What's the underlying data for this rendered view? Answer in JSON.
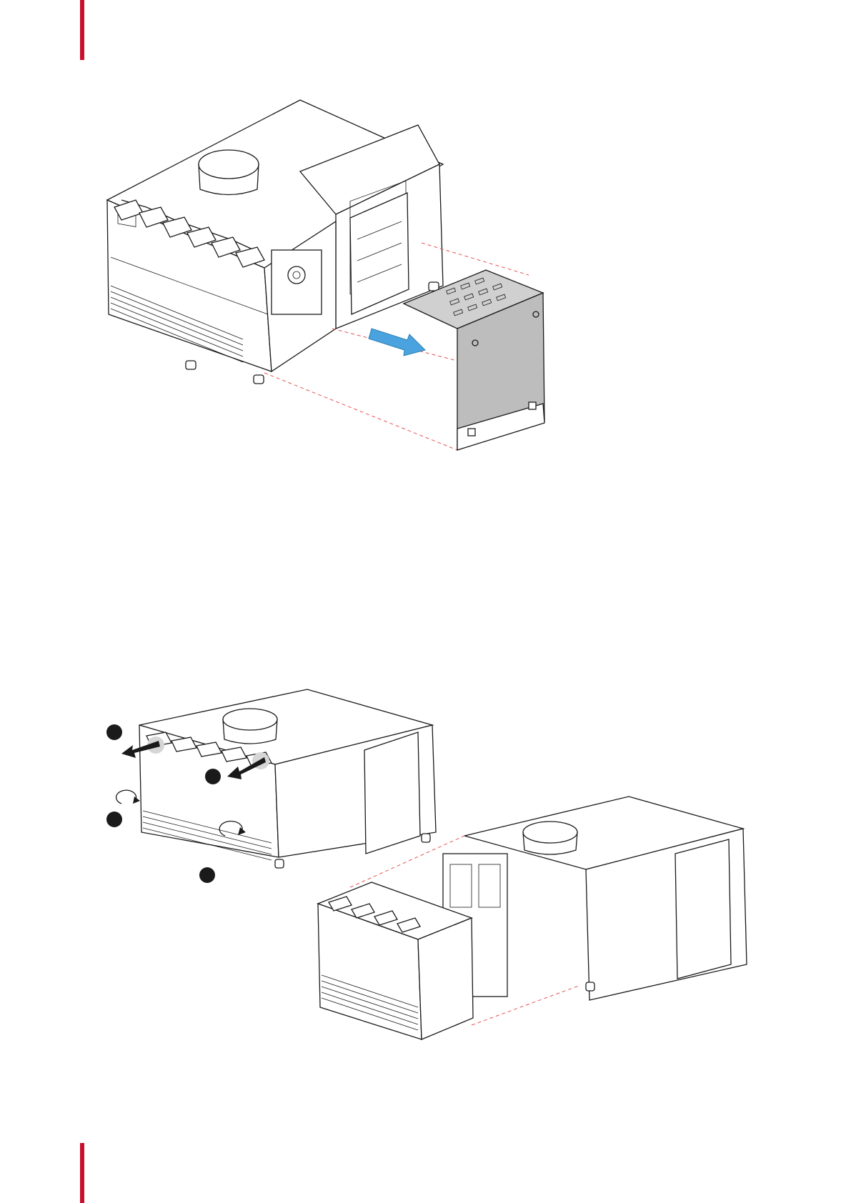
{
  "page": {
    "accent_color": "#c8102e",
    "removal_arrow_color": "#4aa3df",
    "dashed_guide_color": "#e25555"
  },
  "figures": [
    {
      "id": "side-cover-removal",
      "icons": [
        "projector-drawing",
        "side-cover-panel",
        "slide-out-arrow"
      ]
    },
    {
      "id": "front-cover-removal",
      "icons": [
        "projector-drawing",
        "pull-arrow",
        "rotate-arrow",
        "front-cover-panel"
      ],
      "callout_markers": 4
    }
  ]
}
